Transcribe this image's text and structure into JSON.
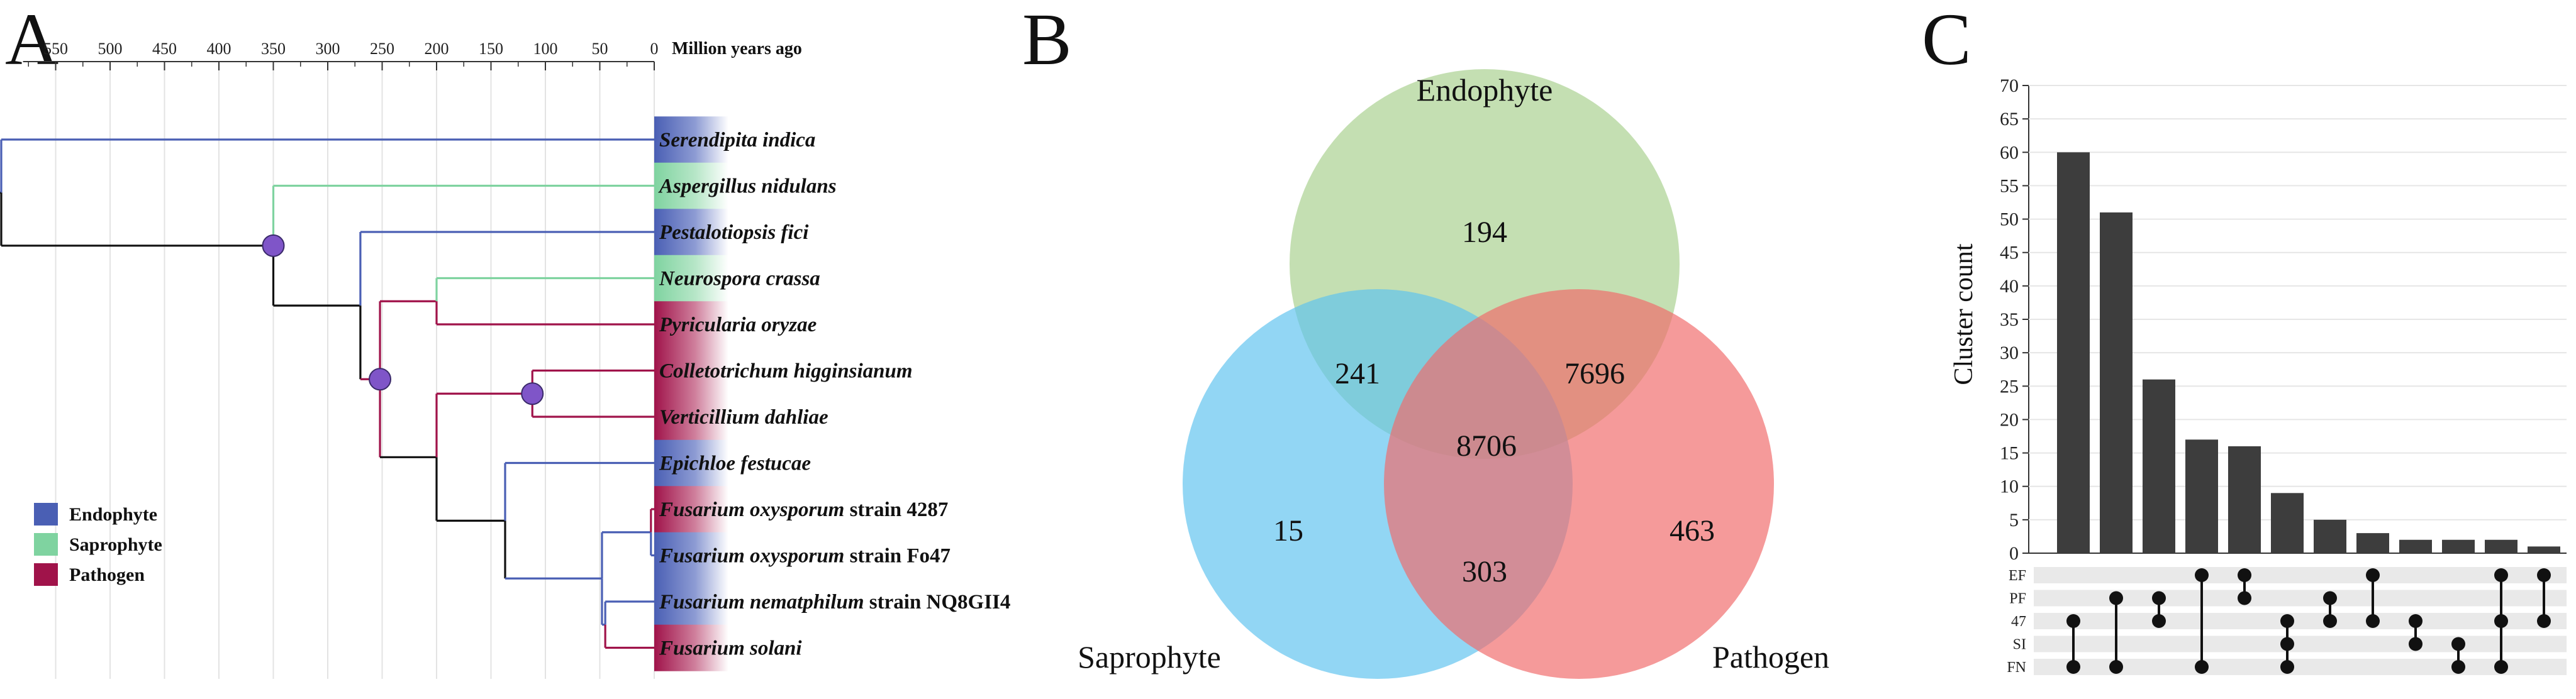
{
  "panels": {
    "a": "A",
    "b": "B",
    "c": "C"
  },
  "colors": {
    "endophyte": "#4a5fb4",
    "saprophyte": "#7fd3a0",
    "pathogen": "#a0134a",
    "internal": "#111111",
    "node": "#7f55c8",
    "venn_endophyte": "#a8d08d",
    "venn_saprophyte": "#5fc3ef",
    "venn_pathogen": "#f06a6a",
    "bar": "#3d3d3d"
  },
  "phylogeny": {
    "timescale": {
      "ticks": [
        "550",
        "500",
        "450",
        "400",
        "350",
        "300",
        "250",
        "200",
        "150",
        "100",
        "50",
        "0"
      ],
      "unit_label": "Million years ago"
    },
    "taxa": [
      {
        "name": "Serendipita indica",
        "suffix": "",
        "group": "endophyte"
      },
      {
        "name": "Aspergillus nidulans",
        "suffix": "",
        "group": "saprophyte"
      },
      {
        "name": "Pestalotiopsis fici",
        "suffix": "",
        "group": "endophyte"
      },
      {
        "name": "Neurospora crassa",
        "suffix": "",
        "group": "saprophyte"
      },
      {
        "name": "Pyricularia oryzae",
        "suffix": "",
        "group": "pathogen"
      },
      {
        "name": "Colletotrichum higginsianum",
        "suffix": "",
        "group": "pathogen"
      },
      {
        "name": "Verticillium dahliae",
        "suffix": "",
        "group": "pathogen"
      },
      {
        "name": "Epichloe festucae",
        "suffix": "",
        "group": "endophyte"
      },
      {
        "name": "Fusarium oxysporum",
        "suffix": " strain 4287",
        "group": "pathogen"
      },
      {
        "name": "Fusarium oxysporum",
        "suffix": " strain Fo47",
        "group": "endophyte"
      },
      {
        "name": "Fusarium nematphilum",
        "suffix": " strain NQ8GII4",
        "group": "endophyte"
      },
      {
        "name": "Fusarium solani",
        "suffix": "",
        "group": "pathogen"
      }
    ],
    "legend": [
      {
        "label": "Endophyte",
        "group": "endophyte"
      },
      {
        "label": "Saprophyte",
        "group": "saprophyte"
      },
      {
        "label": "Pathogen",
        "group": "pathogen"
      }
    ]
  },
  "venn": {
    "sets": {
      "endophyte": "Endophyte",
      "saprophyte": "Saprophyte",
      "pathogen": "Pathogen"
    },
    "regions": {
      "endophyte_only": "194",
      "endophyte_saprophyte": "241",
      "endophyte_pathogen": "7696",
      "all_three": "8706",
      "saprophyte_only": "15",
      "pathogen_only": "463",
      "saprophyte_pathogen": "303"
    }
  },
  "chart_data": {
    "type": "bar",
    "ylabel": "Cluster count",
    "ylim": [
      0,
      70
    ],
    "yticks": [
      "0",
      "5",
      "10",
      "15",
      "20",
      "25",
      "30",
      "35",
      "40",
      "45",
      "50",
      "55",
      "60",
      "65",
      "70"
    ],
    "values": [
      60,
      51,
      26,
      17,
      16,
      9,
      5,
      3,
      2,
      2,
      2,
      1
    ],
    "set_labels": [
      "EF",
      "PF",
      "47",
      "SI",
      "FN"
    ],
    "intersections": [
      [
        "47",
        "FN"
      ],
      [
        "PF",
        "FN"
      ],
      [
        "PF",
        "47"
      ],
      [
        "EF",
        "FN"
      ],
      [
        "EF",
        "PF"
      ],
      [
        "47",
        "SI",
        "FN"
      ],
      [
        "PF",
        "47"
      ],
      [
        "EF",
        "47"
      ],
      [
        "47",
        "SI"
      ],
      [
        "SI",
        "FN"
      ],
      [
        "EF",
        "47",
        "FN"
      ],
      [
        "EF",
        "47"
      ]
    ]
  }
}
